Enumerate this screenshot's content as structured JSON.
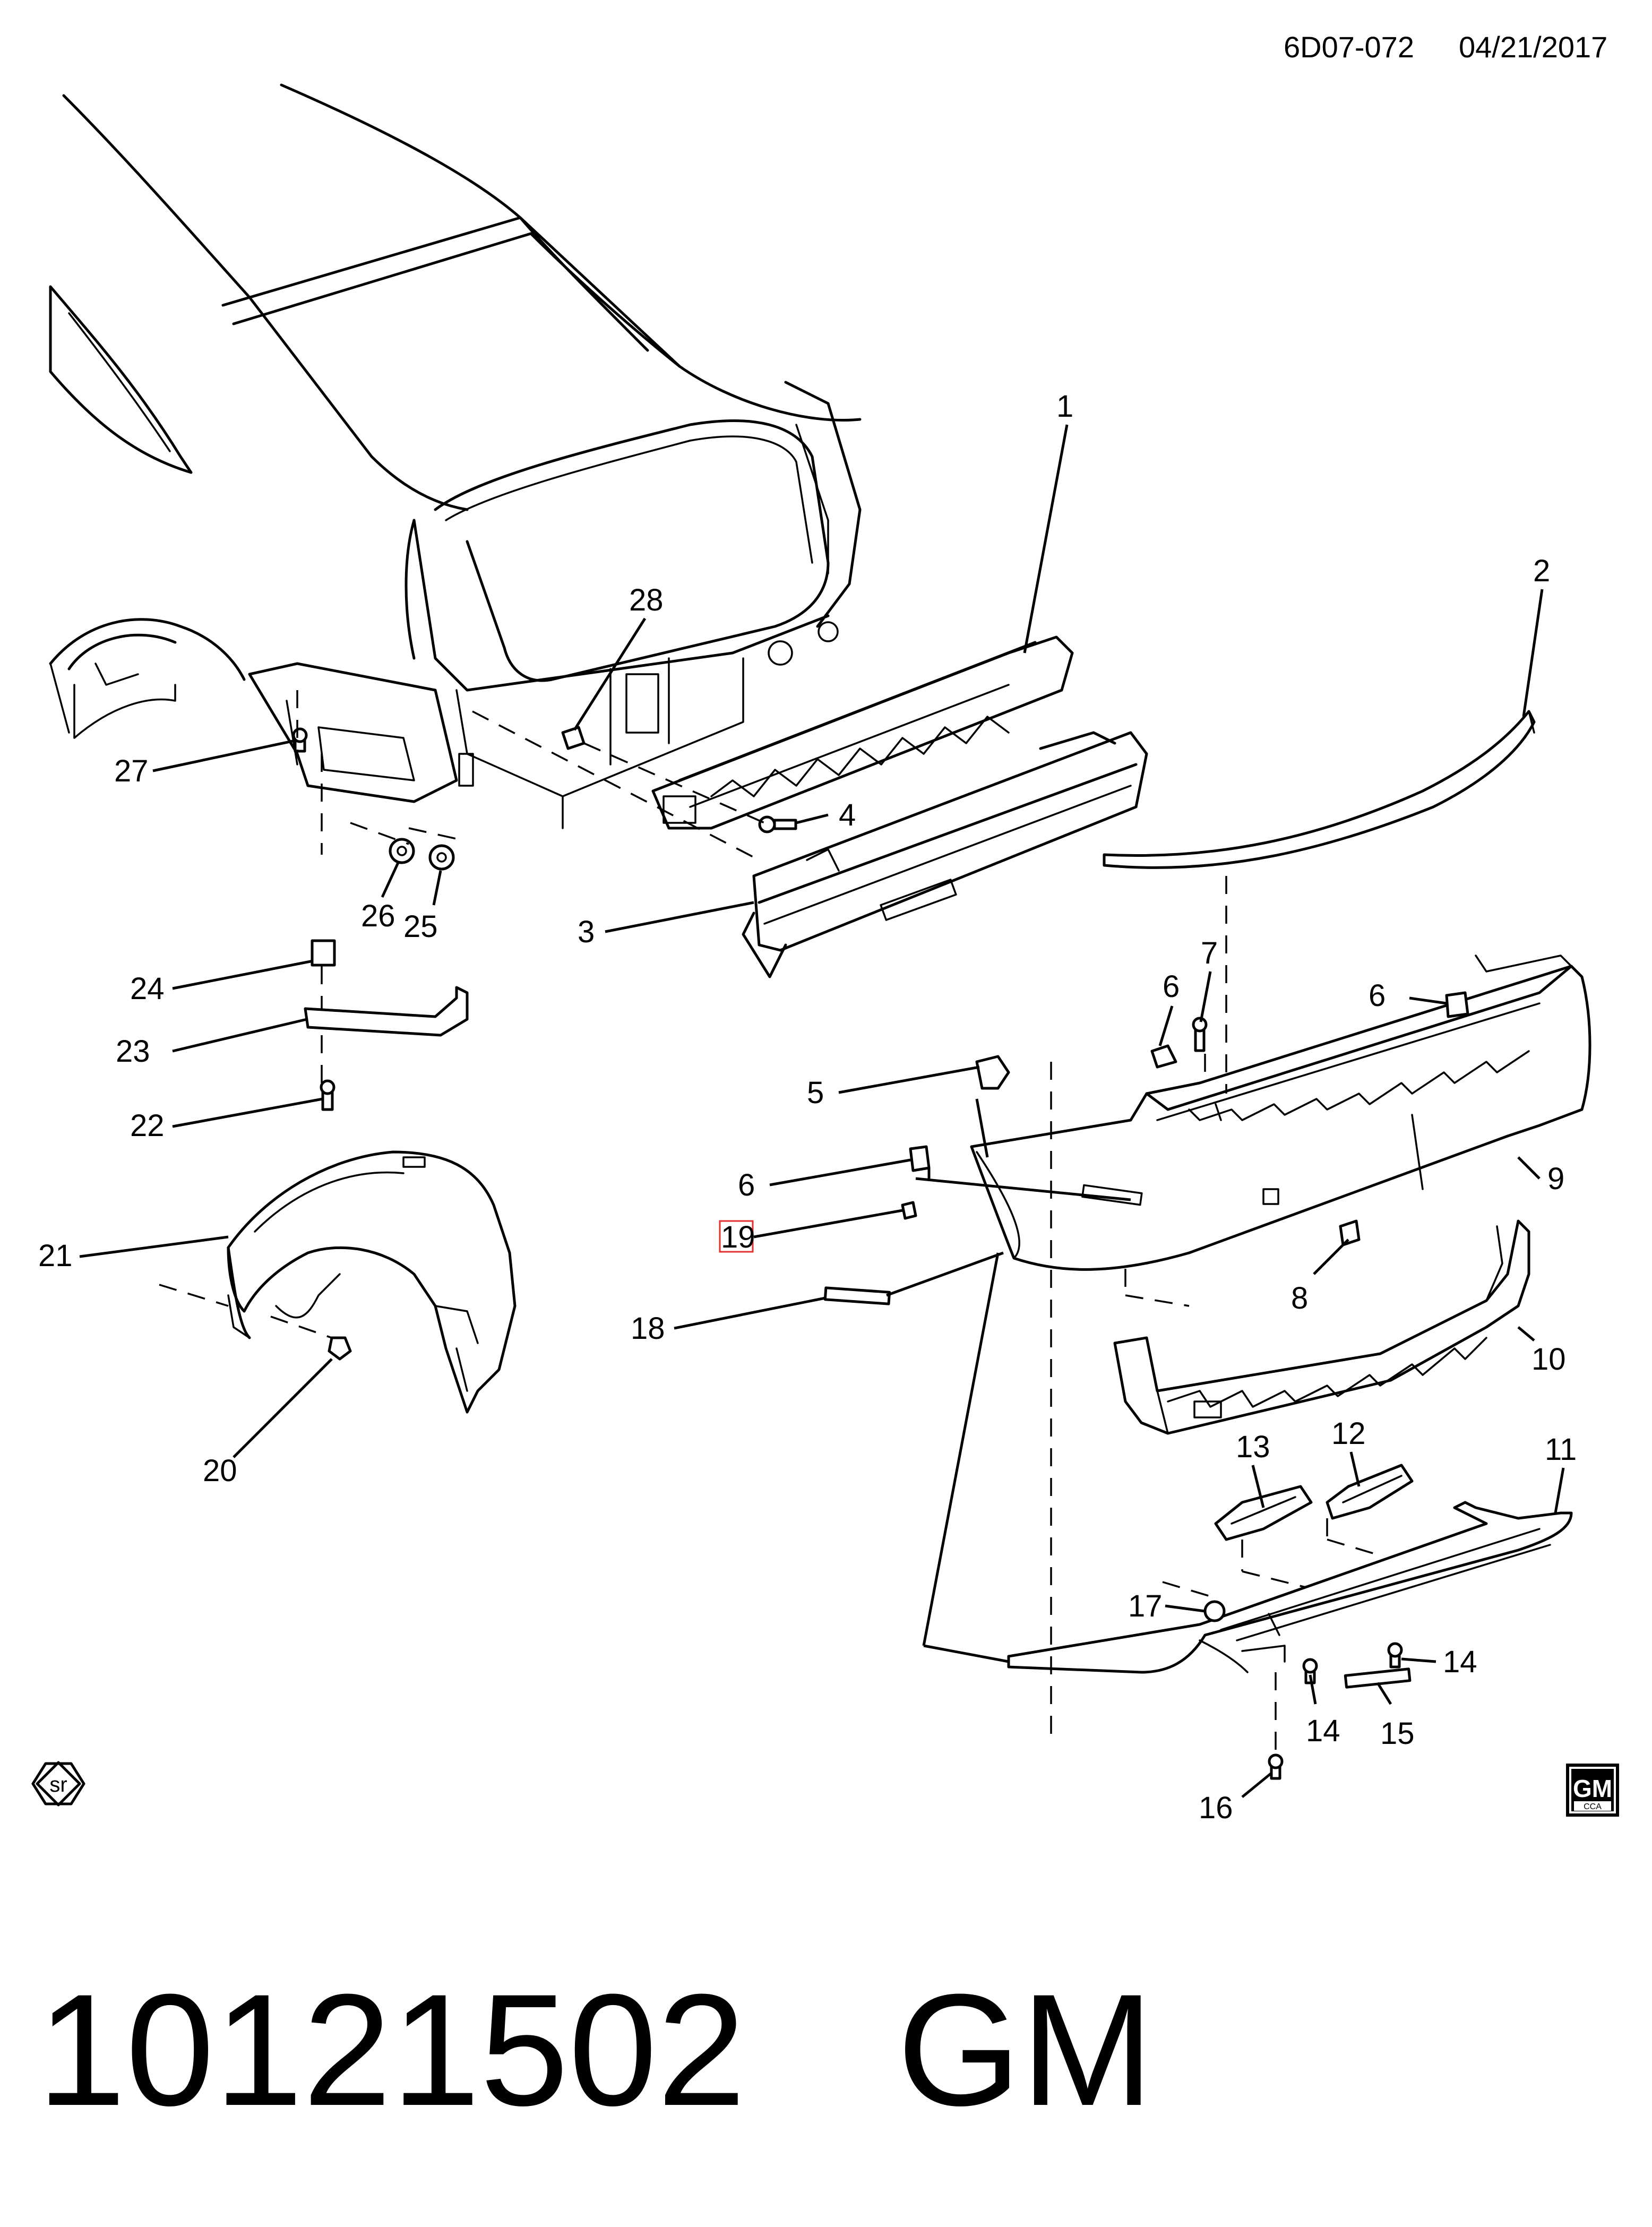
{
  "header": {
    "code": "6D07-072",
    "date": "04/21/2017"
  },
  "callouts": [
    {
      "id": "c1",
      "label": "1"
    },
    {
      "id": "c2",
      "label": "2"
    },
    {
      "id": "c3",
      "label": "3"
    },
    {
      "id": "c4",
      "label": "4"
    },
    {
      "id": "c5",
      "label": "5"
    },
    {
      "id": "c6a",
      "label": "6"
    },
    {
      "id": "c6b",
      "label": "6"
    },
    {
      "id": "c6c",
      "label": "6"
    },
    {
      "id": "c7",
      "label": "7"
    },
    {
      "id": "c8",
      "label": "8"
    },
    {
      "id": "c9",
      "label": "9"
    },
    {
      "id": "c10",
      "label": "10"
    },
    {
      "id": "c11",
      "label": "11"
    },
    {
      "id": "c12",
      "label": "12"
    },
    {
      "id": "c13",
      "label": "13"
    },
    {
      "id": "c14a",
      "label": "14"
    },
    {
      "id": "c14b",
      "label": "14"
    },
    {
      "id": "c15",
      "label": "15"
    },
    {
      "id": "c16",
      "label": "16"
    },
    {
      "id": "c17",
      "label": "17"
    },
    {
      "id": "c18",
      "label": "18"
    },
    {
      "id": "c19",
      "label": "19",
      "highlighted": true
    },
    {
      "id": "c20",
      "label": "20"
    },
    {
      "id": "c21",
      "label": "21"
    },
    {
      "id": "c22",
      "label": "22"
    },
    {
      "id": "c23",
      "label": "23"
    },
    {
      "id": "c24",
      "label": "24"
    },
    {
      "id": "c25",
      "label": "25"
    },
    {
      "id": "c26",
      "label": "26"
    },
    {
      "id": "c27",
      "label": "27"
    },
    {
      "id": "c28",
      "label": "28"
    }
  ],
  "badges": {
    "sr_symbol": "sr",
    "gm_logo": "GM",
    "gm_logo_sub": "CCA"
  },
  "footer": {
    "part_number": "10121502",
    "brand": "GM"
  },
  "colors": {
    "highlight": "#e03030",
    "ink": "#000000"
  }
}
